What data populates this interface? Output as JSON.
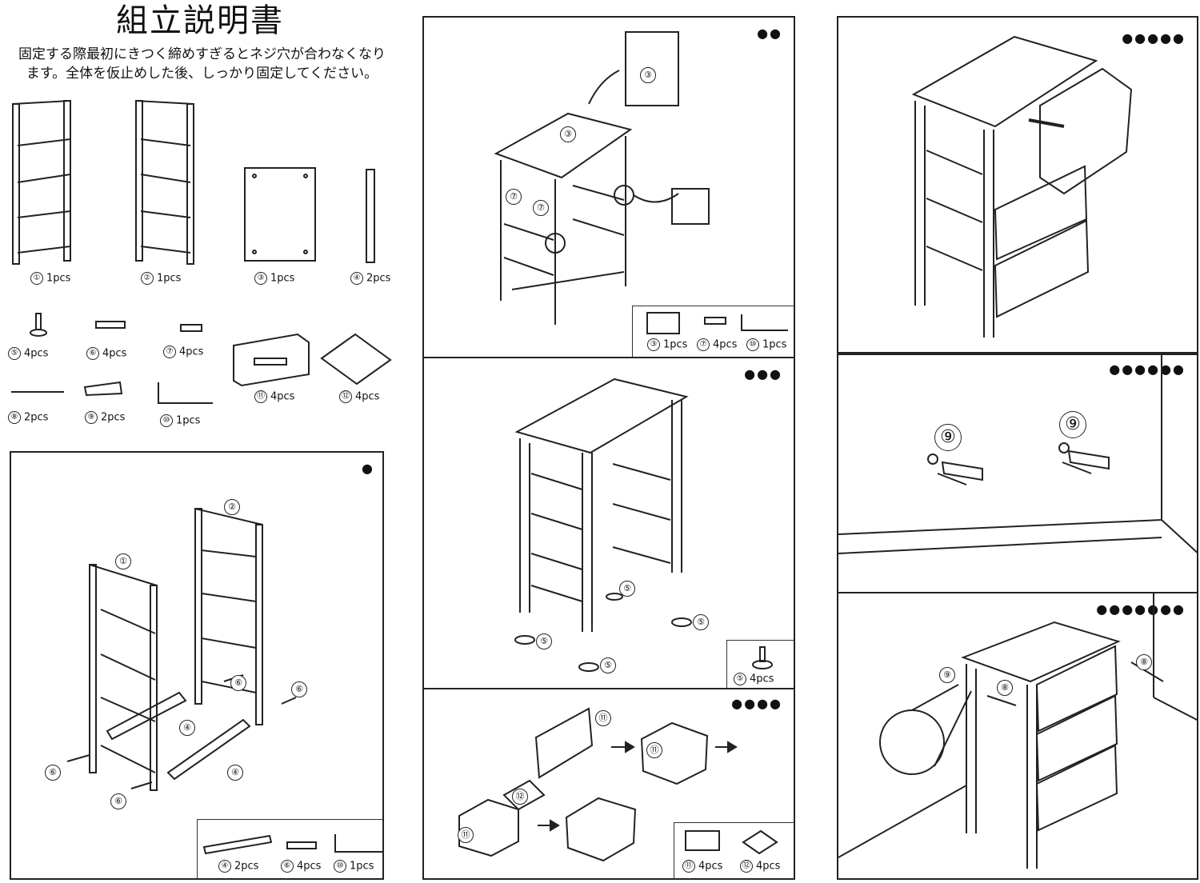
{
  "title": "組立説明書",
  "note_line1": "固定する際最初にきつく締めすぎるとネジ穴が合わなくなり",
  "note_line2": "ます。全体を仮止めした後、しっかり固定してください。",
  "parts": [
    {
      "num": "①",
      "qty": "1pcs",
      "icon": "side-frame-icon"
    },
    {
      "num": "②",
      "qty": "1pcs",
      "icon": "side-frame-icon"
    },
    {
      "num": "③",
      "qty": "1pcs",
      "icon": "top-board-icon"
    },
    {
      "num": "④",
      "qty": "2pcs",
      "icon": "bar-icon"
    },
    {
      "num": "⑤",
      "qty": "4pcs",
      "icon": "leveling-foot-icon"
    },
    {
      "num": "⑥",
      "qty": "4pcs",
      "icon": "bolt-icon"
    },
    {
      "num": "⑦",
      "qty": "4pcs",
      "icon": "short-bolt-icon"
    },
    {
      "num": "⑪",
      "qty": "4pcs",
      "icon": "drawer-icon"
    },
    {
      "num": "⑫",
      "qty": "4pcs",
      "icon": "board-sheet-icon"
    },
    {
      "num": "⑧",
      "qty": "2pcs",
      "icon": "screw-icon"
    },
    {
      "num": "⑨",
      "qty": "2pcs",
      "icon": "anchor-icon"
    },
    {
      "num": "⑩",
      "qty": "1pcs",
      "icon": "hex-key-icon"
    }
  ],
  "steps": {
    "s1": {
      "dots": "●",
      "legend": [
        {
          "num": "④",
          "qty": "2pcs"
        },
        {
          "num": "⑥",
          "qty": "4pcs"
        },
        {
          "num": "⑩",
          "qty": "1pcs"
        }
      ],
      "callouts": [
        "①",
        "②",
        "⑥",
        "⑥",
        "⑥",
        "⑥",
        "④",
        "④"
      ]
    },
    "s2": {
      "dots": "●●",
      "legend": [
        {
          "num": "③",
          "qty": "1pcs"
        },
        {
          "num": "⑦",
          "qty": "4pcs"
        },
        {
          "num": "⑩",
          "qty": "1pcs"
        }
      ],
      "callouts": [
        "③",
        "③",
        "⑦",
        "⑦"
      ]
    },
    "s3": {
      "dots": "●●●",
      "legend": [
        {
          "num": "⑤",
          "qty": "4pcs"
        }
      ],
      "callouts": [
        "⑤",
        "⑤",
        "⑤",
        "⑤"
      ]
    },
    "s4": {
      "dots": "●●●●",
      "legend": [
        {
          "num": "⑪",
          "qty": "4pcs"
        },
        {
          "num": "⑫",
          "qty": "4pcs"
        }
      ],
      "callouts": [
        "⑪",
        "⑪",
        "⑫",
        "⑪"
      ]
    },
    "s5": {
      "dots": "●●●●●"
    },
    "s6": {
      "dots": "●●●●●●",
      "callouts": [
        "⑨",
        "⑨"
      ]
    },
    "s7": {
      "dots": "●●●●●●●",
      "callouts": [
        "⑧",
        "⑧",
        "⑨"
      ]
    }
  }
}
